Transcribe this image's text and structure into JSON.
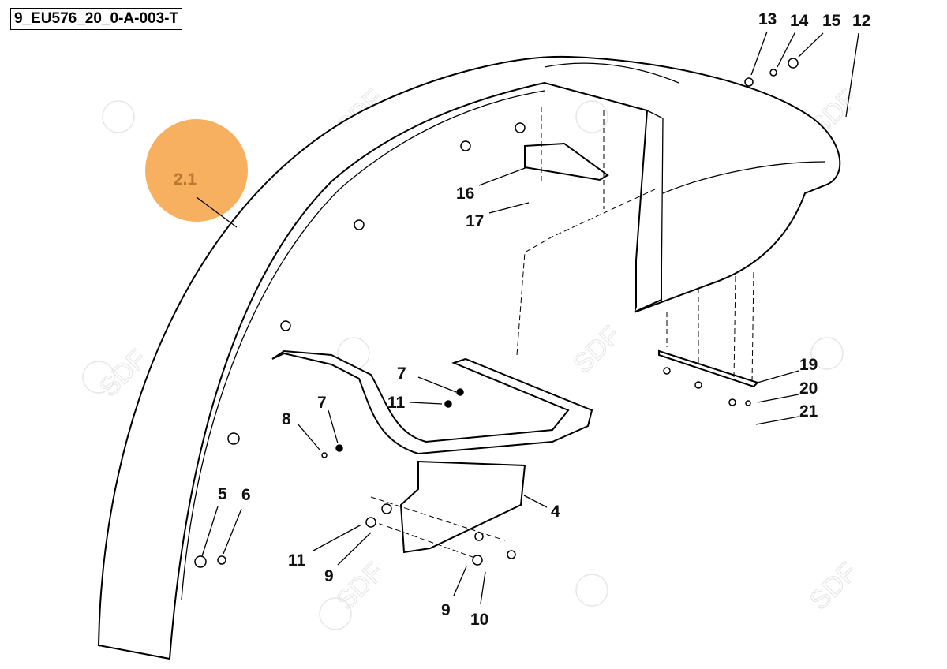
{
  "diagram_id": "9_EU576_20_0-A-003-T",
  "watermark": "SDF",
  "highlight": {
    "label": "2.1",
    "color": "#f7b060"
  },
  "callouts": {
    "c13": "13",
    "c14": "14",
    "c15": "15",
    "c12": "12",
    "c16": "16",
    "c17": "17",
    "c7a": "7",
    "c11a": "11",
    "c7b": "7",
    "c8": "8",
    "c5": "5",
    "c6": "6",
    "c4": "4",
    "c11b": "11",
    "c9a": "9",
    "c9b": "9",
    "c10": "10",
    "c19": "19",
    "c20": "20",
    "c21": "21"
  }
}
